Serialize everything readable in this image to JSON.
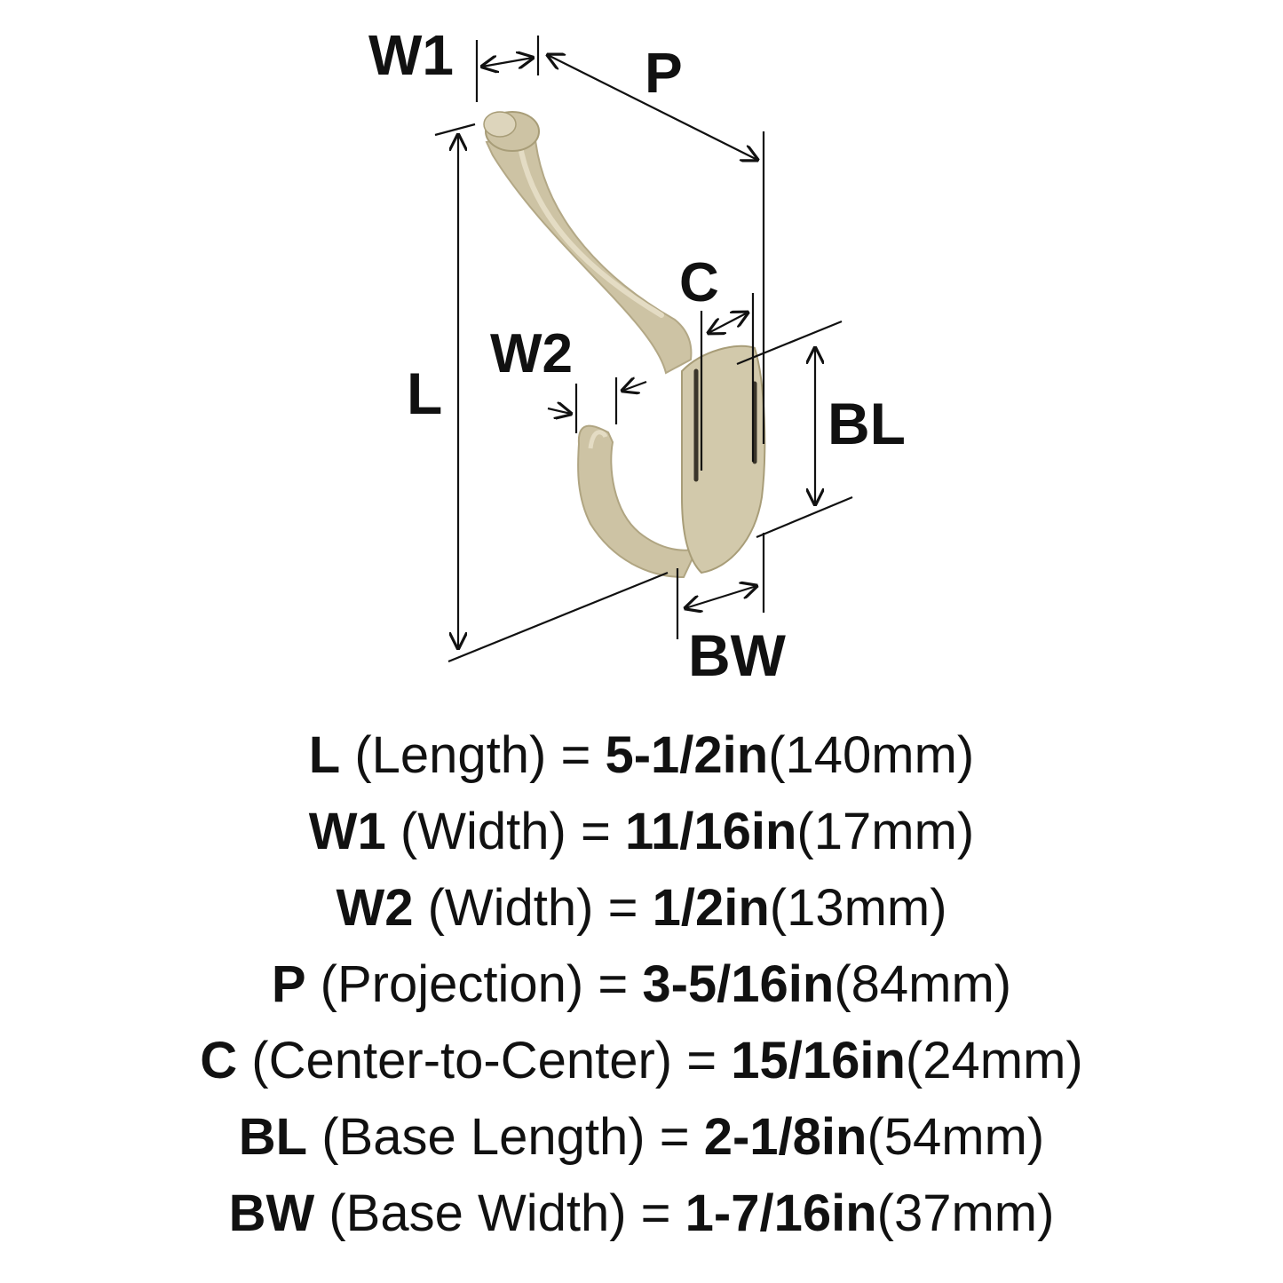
{
  "diagram": {
    "labels": {
      "w1": "W1",
      "p": "P",
      "c": "C",
      "w2": "W2",
      "l": "L",
      "bl": "BL",
      "bw": "BW"
    },
    "colors": {
      "finish": "#cdc3a4",
      "finish_shadow": "#aea27e",
      "finish_highlight": "#e4dcc4",
      "lines": "#111111"
    }
  },
  "specs": [
    {
      "code": "L",
      "name": "(Length)",
      "eq": "=",
      "inch": "5-1/2in",
      "mm": "(140mm)"
    },
    {
      "code": "W1",
      "name": "(Width)",
      "eq": "=",
      "inch": "11/16in",
      "mm": "(17mm)"
    },
    {
      "code": "W2",
      "name": "(Width)",
      "eq": "=",
      "inch": "1/2in",
      "mm": "(13mm)"
    },
    {
      "code": "P",
      "name": "(Projection)",
      "eq": "=",
      "inch": "3-5/16in",
      "mm": "(84mm)"
    },
    {
      "code": "C",
      "name": "(Center-to-Center)",
      "eq": "=",
      "inch": "15/16in",
      "mm": "(24mm)"
    },
    {
      "code": "BL",
      "name": "(Base Length)",
      "eq": "=",
      "inch": "2-1/8in",
      "mm": "(54mm)"
    },
    {
      "code": "BW",
      "name": "(Base Width)",
      "eq": "=",
      "inch": "1-7/16in",
      "mm": "(37mm)"
    }
  ]
}
